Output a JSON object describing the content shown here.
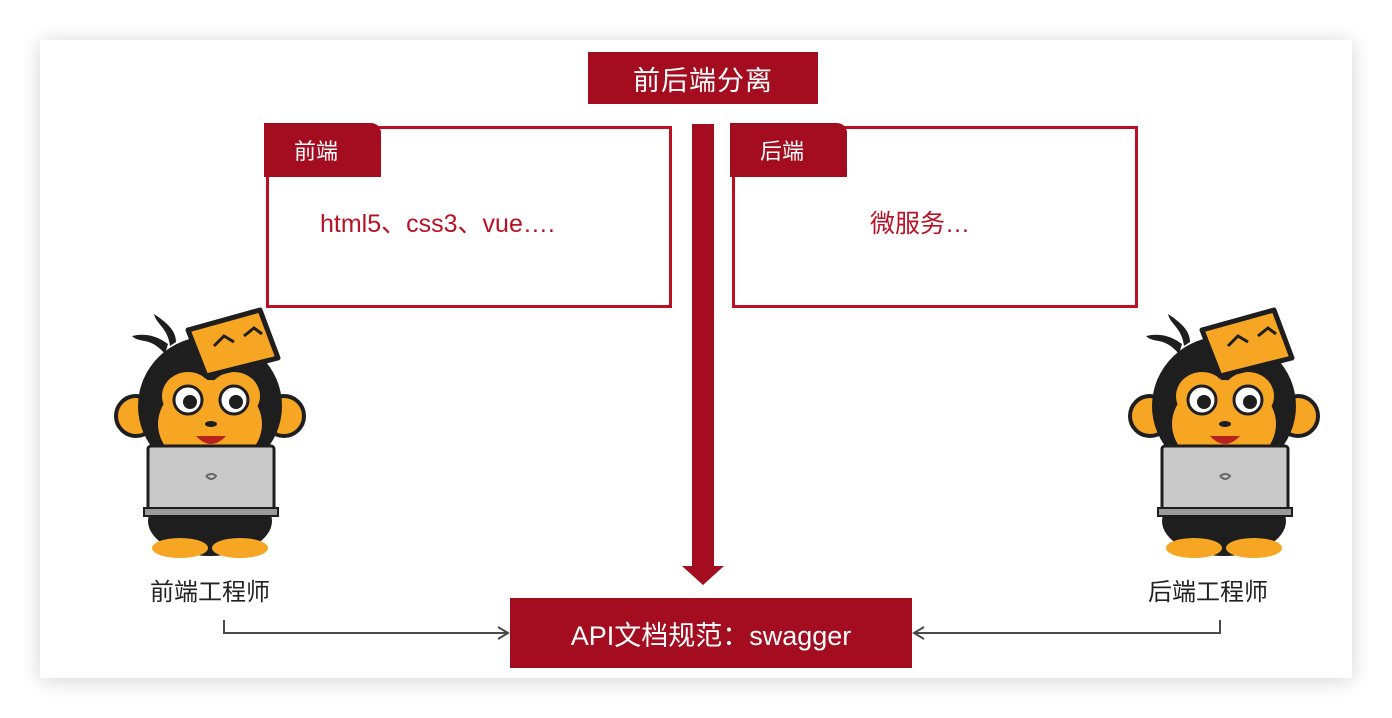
{
  "title": "前后端分离",
  "frontend": {
    "tab_label": "前端",
    "content": "html5、css3、vue….",
    "role_label": "前端工程师"
  },
  "backend": {
    "tab_label": "后端",
    "content": "微服务…",
    "role_label": "后端工程师"
  },
  "api": {
    "label": "API文档规范：swagger"
  },
  "colors": {
    "accent": "#a40d20",
    "accent_border": "#bd0f24",
    "text_red": "#b81225",
    "connector": "#4a4a4a",
    "mascot_orange": "#f6a623",
    "mascot_black": "#1e1e1e"
  },
  "icons": {
    "front_mascot": "developer-monkey-icon",
    "back_mascot": "developer-monkey-icon",
    "laptop": "laptop-icon"
  }
}
